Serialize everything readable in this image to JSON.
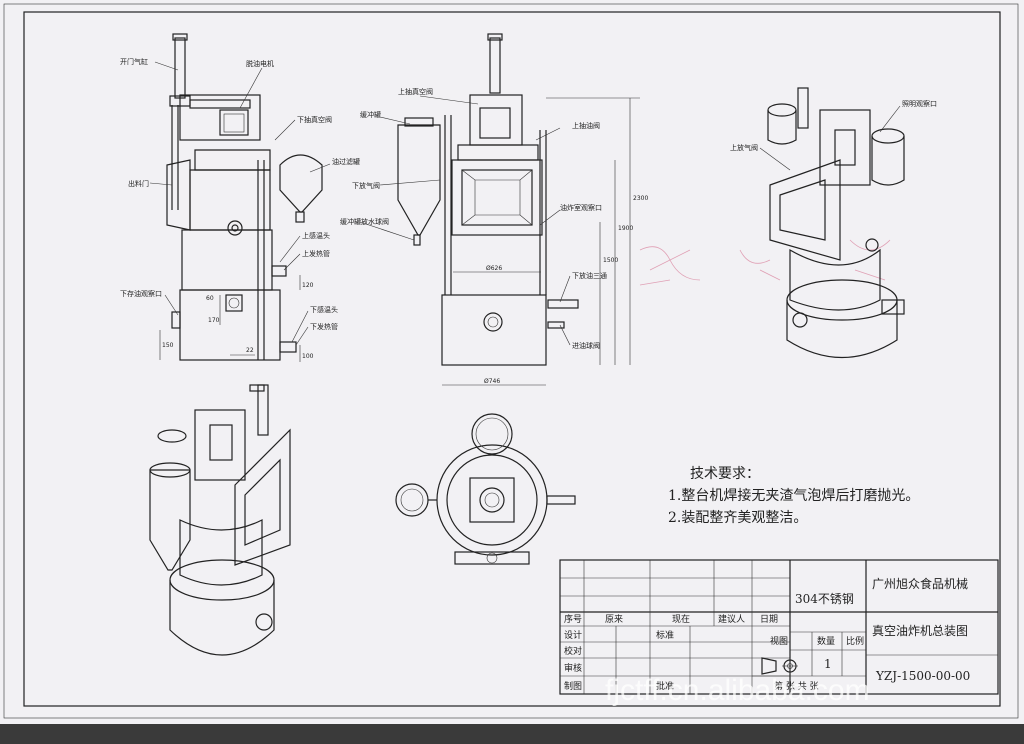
{
  "labels": {
    "door_cylinder": "开门气缸",
    "deoil_motor": "脱油电机",
    "lower_vac_valve": "下抽真空阀",
    "oil_filter_tank": "油过滤罐",
    "outlet_door": "出料门",
    "upper_temp_probe": "上感温头",
    "upper_heat_pipe": "上发热管",
    "lower_oil_window": "下存油观察口",
    "lower_temp_probe": "下感温头",
    "lower_heat_pipe": "下发热管",
    "buffer_tank": "缓冲罐",
    "upper_vac_valve": "上抽真空阀",
    "upper_oil_valve": "上抽油阀",
    "lower_air_valve": "下放气阀",
    "buffer_drain_valve": "缓冲罐放水球阀",
    "fry_window": "油炸室观察口",
    "lower_oil_tee": "下放油三通",
    "oil_inlet_valve": "进油球阀",
    "light_window": "照明观察口",
    "upper_air_valve": "上放气阀"
  },
  "dims": {
    "d626": "Ø626",
    "d746": "Ø746",
    "h2300": "2300",
    "h1900": "1900",
    "h1500": "1500",
    "h120": "120",
    "h150": "150",
    "h170": "170",
    "w60": "60",
    "w22": "22",
    "h100": "100"
  },
  "requirements": {
    "title": "技术要求：",
    "item1": "1.整台机焊接无夹渣气泡焊后打磨抛光。",
    "item2": "2.装配整齐美观整洁。"
  },
  "title_block": {
    "material": "304不锈钢",
    "company": "广州旭众食品机械",
    "drawing_name": "真空油炸机总装图",
    "drawing_no": "YZJ-1500-00-00",
    "col_seq": "序号",
    "col_orig": "原来",
    "col_now": "现在",
    "col_proposer": "建议人",
    "col_date": "日期",
    "design": "设计",
    "standard": "标准",
    "check": "校对",
    "review": "审核",
    "drafting": "制图",
    "view": "视图",
    "quantity": "数量",
    "scale": "比例",
    "quantity_value": "1",
    "sheet_of": "第 张 共 张",
    "approve": "批准"
  },
  "watermark": "fjctff.cn.alibaba.com"
}
